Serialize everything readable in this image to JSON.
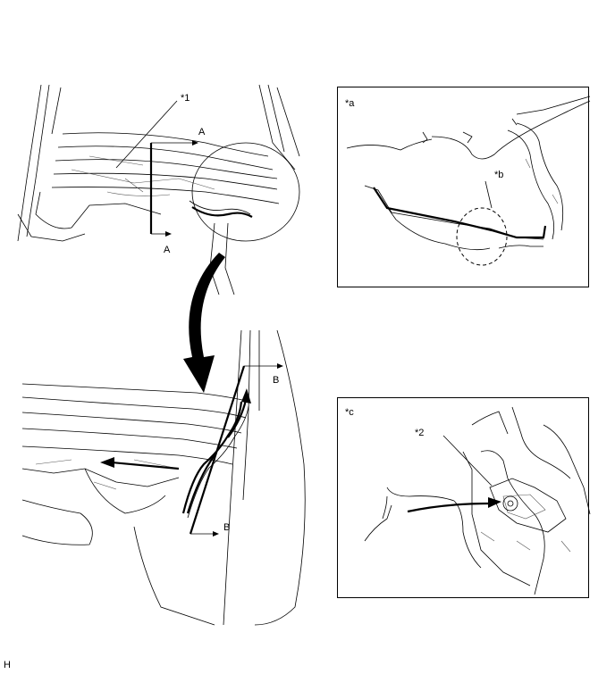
{
  "callouts": {
    "item1": "*1",
    "item2": "*2",
    "panel_a": "*a",
    "panel_b": "*b",
    "panel_c": "*c"
  },
  "section_marks": {
    "a_top": "A",
    "a_bottom": "A",
    "b_top": "B",
    "b_bottom": "B"
  },
  "figure_code": "H"
}
